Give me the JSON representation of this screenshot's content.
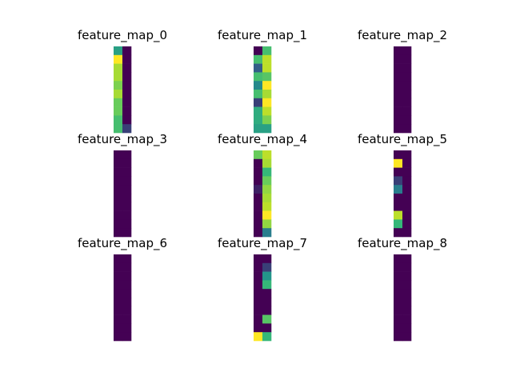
{
  "palette": {
    "v0": "#440154",
    "v1": "#31688e",
    "v2": "#21918c",
    "v3": "#35b779",
    "v4": "#6ece58",
    "v5": "#b5de2b",
    "v6": "#fde725"
  },
  "chart_data": [
    {
      "type": "heatmap",
      "title": "feature_map_0",
      "columns": 2,
      "rows": 10,
      "values": [
        [
          0.4,
          0
        ],
        [
          1.0,
          0
        ],
        [
          0.8,
          0
        ],
        [
          0.8,
          0
        ],
        [
          0.7,
          0
        ],
        [
          0.8,
          0
        ],
        [
          0.65,
          0
        ],
        [
          0.65,
          0
        ],
        [
          0.55,
          0
        ],
        [
          0.55,
          0.1
        ]
      ]
    },
    {
      "type": "heatmap",
      "title": "feature_map_1",
      "columns": 2,
      "rows": 10,
      "values": [
        [
          0,
          0.55
        ],
        [
          0.55,
          0.85
        ],
        [
          0.15,
          0.85
        ],
        [
          0.55,
          0.6
        ],
        [
          0.3,
          1.0
        ],
        [
          0.55,
          0.8
        ],
        [
          0.1,
          1.0
        ],
        [
          0.45,
          0.85
        ],
        [
          0.45,
          0.7
        ],
        [
          0.4,
          0.4
        ]
      ]
    },
    {
      "type": "heatmap",
      "title": "feature_map_2",
      "columns": 2,
      "rows": 10,
      "values": [
        [
          0,
          0
        ],
        [
          0,
          0
        ],
        [
          0,
          0
        ],
        [
          0,
          0
        ],
        [
          0,
          0
        ],
        [
          0,
          0
        ],
        [
          0,
          0
        ],
        [
          0,
          0
        ],
        [
          0,
          0
        ],
        [
          0,
          0
        ]
      ]
    },
    {
      "type": "heatmap",
      "title": "feature_map_3",
      "columns": 2,
      "rows": 10,
      "values": [
        [
          0,
          0
        ],
        [
          0,
          0
        ],
        [
          0,
          0
        ],
        [
          0,
          0
        ],
        [
          0,
          0
        ],
        [
          0,
          0
        ],
        [
          0,
          0
        ],
        [
          0,
          0
        ],
        [
          0,
          0
        ],
        [
          0,
          0
        ]
      ]
    },
    {
      "type": "heatmap",
      "title": "feature_map_4",
      "columns": 2,
      "rows": 10,
      "values": [
        [
          0.65,
          0.85
        ],
        [
          0,
          0.8
        ],
        [
          0,
          0.5
        ],
        [
          0,
          0.65
        ],
        [
          0.05,
          0.75
        ],
        [
          0,
          0.8
        ],
        [
          0,
          0.85
        ],
        [
          0,
          1.0
        ],
        [
          0,
          0.75
        ],
        [
          0,
          0.25
        ]
      ]
    },
    {
      "type": "heatmap",
      "title": "feature_map_5",
      "columns": 2,
      "rows": 10,
      "values": [
        [
          0,
          0
        ],
        [
          1.0,
          0
        ],
        [
          0,
          0
        ],
        [
          0.1,
          0
        ],
        [
          0.25,
          0
        ],
        [
          0,
          0
        ],
        [
          0,
          0
        ],
        [
          0.85,
          0
        ],
        [
          0.5,
          0
        ],
        [
          0,
          0
        ]
      ]
    },
    {
      "type": "heatmap",
      "title": "feature_map_6",
      "columns": 2,
      "rows": 10,
      "values": [
        [
          0,
          0
        ],
        [
          0,
          0
        ],
        [
          0,
          0
        ],
        [
          0,
          0
        ],
        [
          0,
          0
        ],
        [
          0,
          0
        ],
        [
          0,
          0
        ],
        [
          0,
          0
        ],
        [
          0,
          0
        ],
        [
          0,
          0
        ]
      ]
    },
    {
      "type": "heatmap",
      "title": "feature_map_7",
      "columns": 2,
      "rows": 10,
      "values": [
        [
          0,
          0
        ],
        [
          0,
          0.1
        ],
        [
          0,
          0.35
        ],
        [
          0,
          0.5
        ],
        [
          0,
          0
        ],
        [
          0,
          0
        ],
        [
          0,
          0
        ],
        [
          0,
          0.6
        ],
        [
          0,
          0
        ],
        [
          1.0,
          0.5
        ]
      ]
    },
    {
      "type": "heatmap",
      "title": "feature_map_8",
      "columns": 2,
      "rows": 10,
      "values": [
        [
          0,
          0
        ],
        [
          0,
          0
        ],
        [
          0,
          0
        ],
        [
          0,
          0
        ],
        [
          0,
          0
        ],
        [
          0,
          0
        ],
        [
          0,
          0
        ],
        [
          0,
          0
        ],
        [
          0,
          0
        ],
        [
          0,
          0
        ]
      ]
    }
  ]
}
